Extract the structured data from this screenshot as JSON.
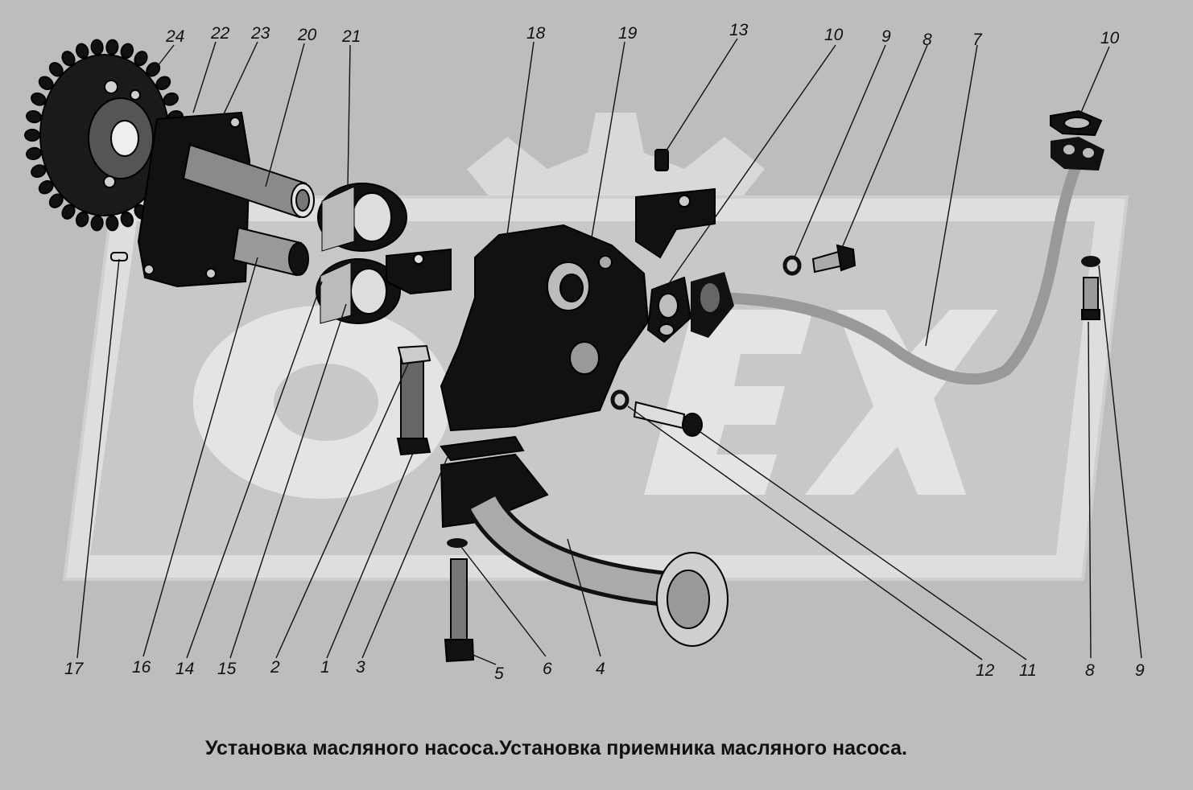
{
  "caption": "Установка масляного насоса.Установка приемника масляного насоса.",
  "watermark": {
    "letters": "OLEX"
  },
  "colors": {
    "background": "#bdbdbd",
    "watermark": "#dcdcdc",
    "watermark_inner": "#c9c9c9",
    "ink": "#000000"
  },
  "callouts": [
    {
      "n": "24"
    },
    {
      "n": "22"
    },
    {
      "n": "23"
    },
    {
      "n": "20"
    },
    {
      "n": "21"
    },
    {
      "n": "18"
    },
    {
      "n": "19"
    },
    {
      "n": "13"
    },
    {
      "n": "10"
    },
    {
      "n": "9"
    },
    {
      "n": "8"
    },
    {
      "n": "7"
    },
    {
      "n": "10"
    },
    {
      "n": "17"
    },
    {
      "n": "16"
    },
    {
      "n": "14"
    },
    {
      "n": "15"
    },
    {
      "n": "2"
    },
    {
      "n": "1"
    },
    {
      "n": "3"
    },
    {
      "n": "5"
    },
    {
      "n": "6"
    },
    {
      "n": "4"
    },
    {
      "n": "12"
    },
    {
      "n": "11"
    },
    {
      "n": "8"
    },
    {
      "n": "9"
    }
  ]
}
